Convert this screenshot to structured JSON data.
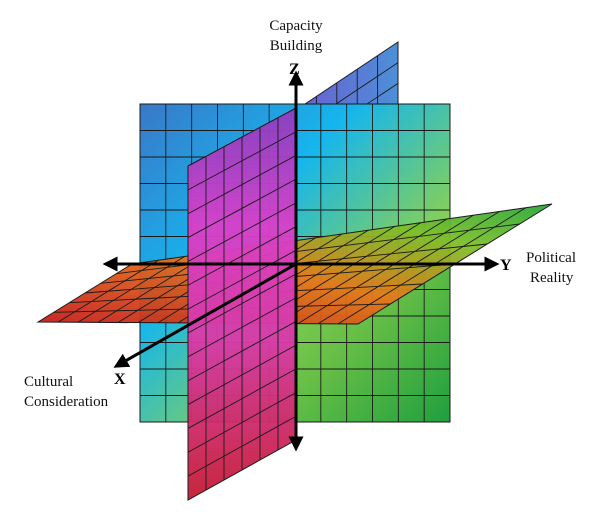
{
  "axes": {
    "z": {
      "letter": "Z",
      "caption_line1": "Capacity",
      "caption_line2": "Building"
    },
    "y": {
      "letter": "Y",
      "caption_line1": "Political",
      "caption_line2": "Reality"
    },
    "x": {
      "letter": "X",
      "caption_line1": "Cultural",
      "caption_line2": "Consideration"
    }
  },
  "colors": {
    "axis": "#000000",
    "grid_line": "#1a1a1a",
    "back_plane_blue": "#3a78c8",
    "back_plane_cyan": "#15b6ee",
    "back_plane_green": "#2fae45",
    "back_plane_lime": "#8fd24a",
    "side_plane_magenta": "#d23ad0",
    "side_plane_purple": "#7e3fb8",
    "side_plane_red": "#c81f3a",
    "floor_red": "#c41d1d",
    "floor_orange": "#e6781a",
    "floor_green": "#28a83c"
  }
}
